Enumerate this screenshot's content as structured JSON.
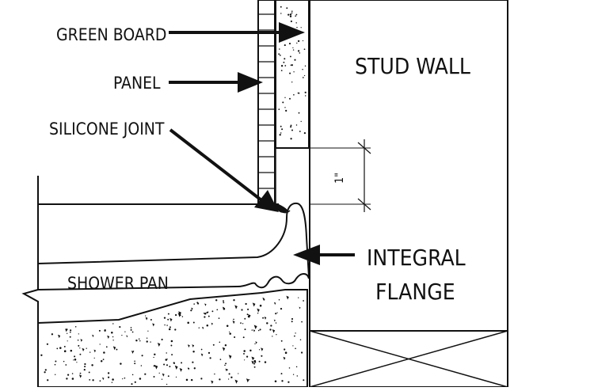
{
  "labels": {
    "green_board": "GREEN BOARD",
    "panel": "PANEL",
    "silicone_joint": "SILICONE JOINT",
    "stud_wall": "STUD WALL",
    "integral_flange_line1": "INTEGRAL",
    "integral_flange_line2": "FLANGE",
    "shower_pan": "SHOWER PAN",
    "dimension": "1\""
  },
  "colors": {
    "ink": "#111111",
    "paper": "#ffffff"
  }
}
